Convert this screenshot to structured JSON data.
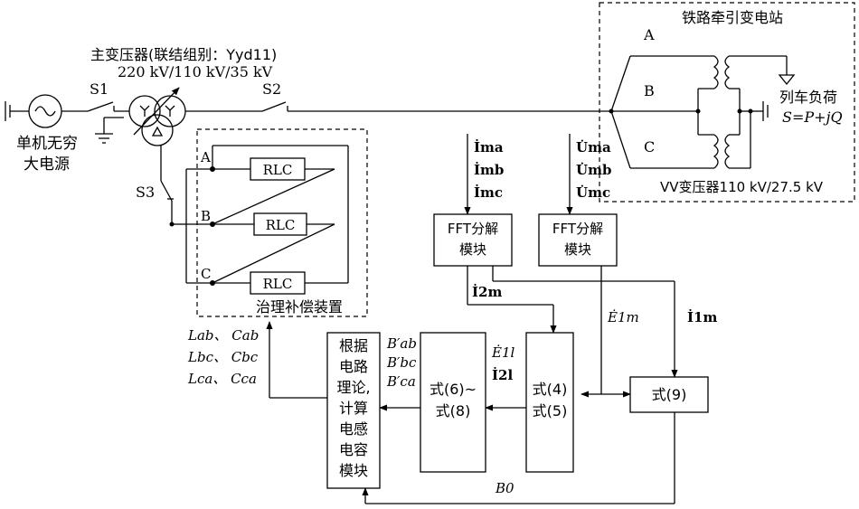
{
  "source": {
    "label_line1": "单机无穷",
    "label_line2": "大电源"
  },
  "switches": {
    "s1": "S1",
    "s2": "S2",
    "s3": "S3"
  },
  "transformer": {
    "title": "主变压器(联结组别：Yyd11)",
    "rating": "220 kV/110 kV/35 kV",
    "star1": "Y",
    "star2": "Y",
    "delta": "Δ"
  },
  "substation": {
    "title": "铁路牵引变电站",
    "phase_a": "A",
    "phase_b": "B",
    "phase_c": "C",
    "load_label": "列车负荷",
    "load_formula": "S=P+jQ",
    "vv_label": "VV变压器110 kV/27.5 kV"
  },
  "compensator": {
    "title": "治理补偿装置",
    "phase_a": "A",
    "phase_b": "B",
    "phase_c": "C",
    "rlc": [
      "RLC",
      "RLC",
      "RLC"
    ]
  },
  "signals": {
    "currents": [
      "İma",
      "İmb",
      "İmc"
    ],
    "voltages": [
      "U̇ma",
      "U̇mb",
      "U̇mc"
    ],
    "i2m": "İ2m",
    "e1m": "Ė1m",
    "i1m": "İ1m",
    "e1l": "Ė1l",
    "i2l": "İ2l",
    "b_prime": [
      "B′ab",
      "B′bc",
      "B′ca"
    ],
    "lc_params": [
      "Lab、 Cab",
      "Lbc、 Cbc",
      "Lca、 Cca"
    ],
    "b0": "B0"
  },
  "blocks": {
    "fft1": {
      "line1": "FFT分解",
      "line2": "模块"
    },
    "fft2": {
      "line1": "FFT分解",
      "line2": "模块"
    },
    "calc": [
      "根据",
      "电路",
      "理论,",
      "计算",
      "电感",
      "电容",
      "模块"
    ],
    "eq68": [
      "式(6)~",
      "式(8)"
    ],
    "eq45": [
      "式(4)",
      "式(5)"
    ],
    "eq9": "式(9)"
  }
}
